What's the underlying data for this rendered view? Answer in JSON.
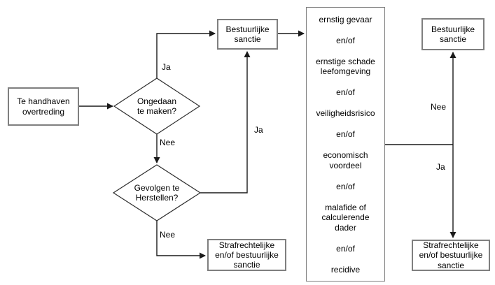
{
  "diagram": {
    "language": "nl",
    "nodes": {
      "start": "Te handhaven\novertreding",
      "decision_undo": "Ongedaan\nte maken?",
      "decision_repair": "Gevolgen te\nHerstellen?",
      "sanction_admin_mid": "Bestuurlijke\nsanctie",
      "sanction_mixed_mid": "Strafrechtelijke\nen/of bestuurlijke\nsanctie",
      "sanction_admin_right": "Bestuurlijke\nsanctie",
      "sanction_mixed_right": "Strafrechtelijke\nen/of bestuurlijke\nsanctie"
    },
    "criteria": {
      "items": [
        "ernstig gevaar",
        "en/of",
        "ernstige schade\nleefomgeving",
        "en/of",
        "veiligheidsrisico",
        "en/of",
        "economisch\nvoordeel",
        "en/of",
        "malafide of\ncalculerende\ndader",
        "en/of",
        "recidive"
      ]
    },
    "edge_labels": {
      "ja_undo": "Ja",
      "nee_undo": "Nee",
      "ja_repair": "Ja",
      "nee_repair": "Nee",
      "nee_criteria": "Nee",
      "ja_criteria": "Ja"
    },
    "colors": {
      "background": "#ffffff",
      "line": "#1a1a1a",
      "box_border": "#7f7f7f",
      "text": "#000000"
    }
  }
}
